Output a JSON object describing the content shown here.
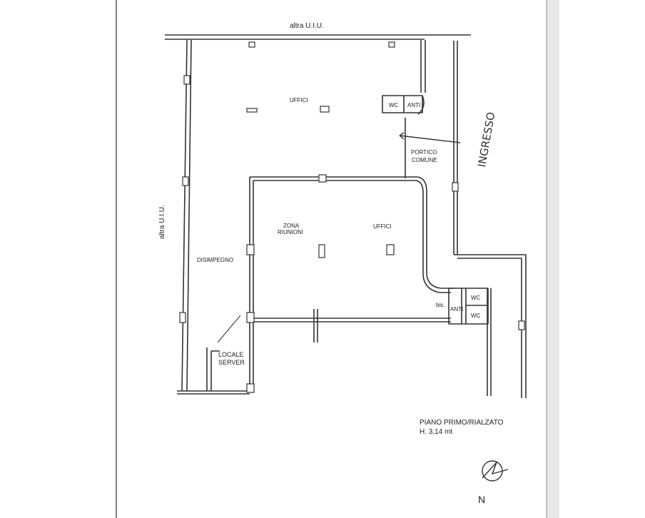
{
  "labels": {
    "top_neighbor": "altra U.I.U.",
    "left_neighbor": "altra U.I.U.",
    "uffici_top": "UFFICI",
    "wc_top": "WC",
    "anti_top": "ANTI",
    "portico_1": "PORTICO",
    "portico_2": "COMUNE",
    "zona_1": "ZONA",
    "zona_2": "RIUNIONI",
    "uffici_mid": "UFFICI",
    "disimpegno": "DISIMPEGNO",
    "bis": "bis.",
    "anti_bottom": "ANTI",
    "wc_b1": "WC",
    "wc_b2": "WC",
    "server_1": "LOCALE",
    "server_2": "SERVER",
    "ingresso": "INGRESSO",
    "floor_name": "PIANO PRIMO/RIALZATO",
    "height": "H. 3,14 mt",
    "north": "N"
  },
  "colors": {
    "ink": "#333333",
    "paper": "#ffffff",
    "border_shadow": "#bdbdbd"
  }
}
